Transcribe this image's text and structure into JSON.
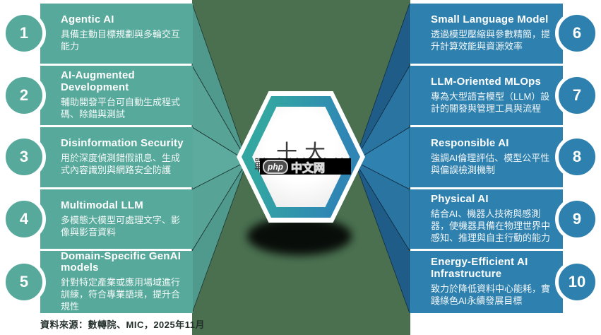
{
  "center": {
    "title": "十大",
    "subtitle": "戰略科技趨勢",
    "watermark": {
      "badge": "php",
      "text": "中文网"
    }
  },
  "left_items": [
    {
      "num": "1",
      "title": "Agentic AI",
      "desc": "具備主動目標規劃與多輪交互能力"
    },
    {
      "num": "2",
      "title": "AI-Augmented Development",
      "desc": "輔助開發平台可自動生成程式碼、除錯與測試"
    },
    {
      "num": "3",
      "title": "Disinformation Security",
      "desc": "用於深度偵測錯假訊息、生成式內容識別與網路安全防護"
    },
    {
      "num": "4",
      "title": "Multimodal LLM",
      "desc": "多模態大模型可處理文字、影像與影音資料"
    },
    {
      "num": "5",
      "title": "Domain-Specific GenAI models",
      "desc": "針對特定產業或應用場域進行訓練，符合專業語境，提升合規性"
    }
  ],
  "right_items": [
    {
      "num": "6",
      "title": "Small Language Model",
      "desc": "透過模型壓縮與參數精簡，提升計算效能與資源效率"
    },
    {
      "num": "7",
      "title": "LLM-Oriented MLOps",
      "desc": "專為大型語言模型（LLM）設計的開發與管理工具與流程"
    },
    {
      "num": "8",
      "title": "Responsible AI",
      "desc": "強調AI倫理評估、模型公平性與偏誤檢測機制"
    },
    {
      "num": "9",
      "title": "Physical AI",
      "desc": "結合AI、機器人技術與感測器，使機器具備在物理世界中感知、推理與自主行動的能力"
    },
    {
      "num": "10",
      "title": "Energy-Efficient AI Infrastructure",
      "desc": "致力於降低資料中心能耗，實踐綠色AI永續發展目標"
    }
  ],
  "source_note": "資料來源：數轉院、MIC，2025年11月",
  "colors": {
    "teal-box": "#57a99b",
    "blue-box": "#2e80ae",
    "olive-bg": "#4a7050",
    "hex-teal": "#33a6a2",
    "hex-blue": "#2f86b5",
    "text-dark": "#3b3b3b"
  }
}
